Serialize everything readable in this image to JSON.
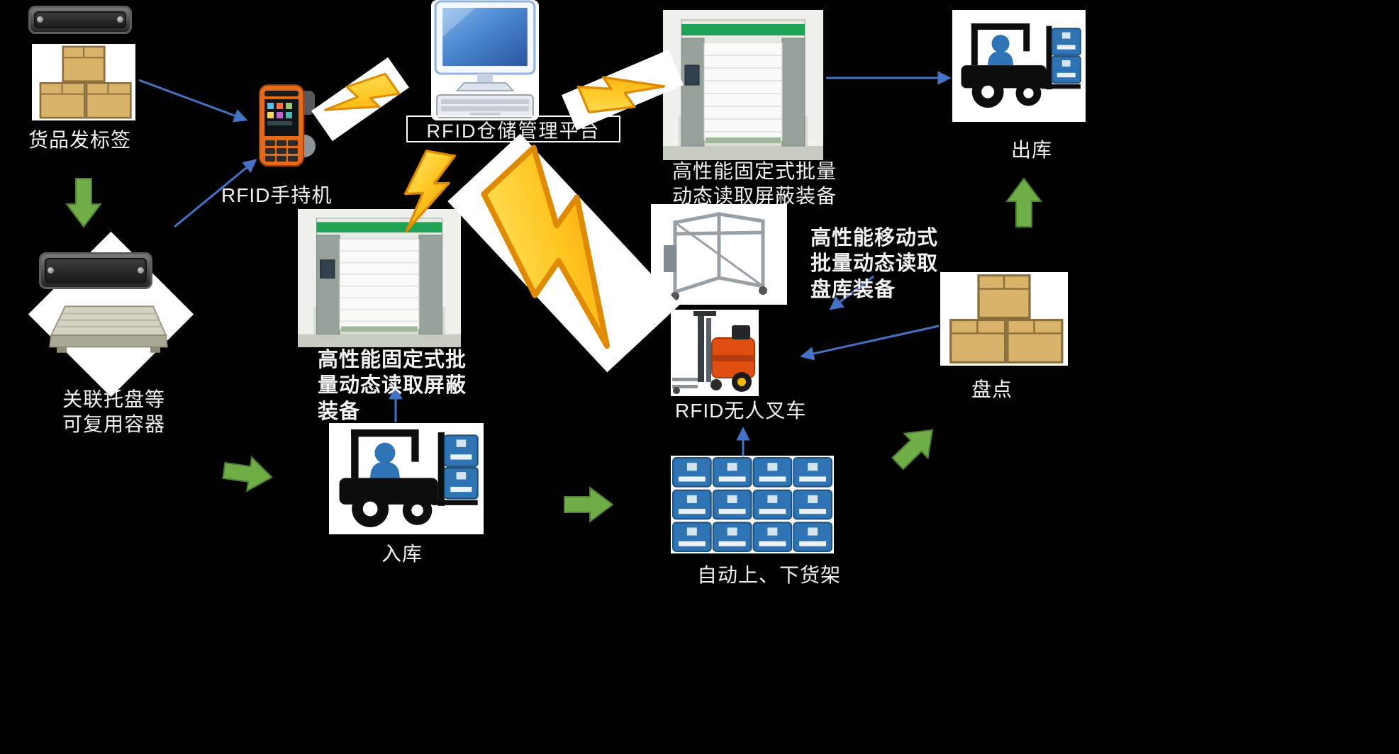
{
  "title_box": {
    "label": "RFID仓储管理平台"
  },
  "labels": {
    "goods_label": "货品发标签",
    "handheld": "RFID手持机",
    "fixed_top": "高性能固定式批量\n动态读取屏蔽装备",
    "outbound": "出库",
    "pallet": "关联托盘等\n可复用容器",
    "fixed_mid": "高性能固定式批\n量动态读取屏蔽\n装备",
    "mobile": "高性能移动式\n批量动态读取\n盘库装备",
    "agv": "RFID无人叉车",
    "inbound": "入库",
    "shelf": "自动上、下货架",
    "stocktake": "盘点"
  },
  "edges": [
    {
      "from": "货品发标签",
      "to": "RFID手持机",
      "type": "blue-arrow"
    },
    {
      "from": "关联托盘等可复用容器",
      "to": "RFID手持机",
      "type": "blue-arrow"
    },
    {
      "from": "RFID手持机",
      "to": "RFID仓储管理平台",
      "type": "lightning"
    },
    {
      "from": "RFID仓储管理平台",
      "to": "高性能固定式批量动态读取屏蔽装备(入库)",
      "type": "lightning"
    },
    {
      "from": "RFID仓储管理平台",
      "to": "RFID无人叉车",
      "type": "lightning"
    },
    {
      "from": "RFID仓储管理平台",
      "to": "高性能固定式批量动态读取屏蔽装备(出库)",
      "type": "lightning"
    },
    {
      "from": "高性能固定式批量动态读取屏蔽装备",
      "to": "出库",
      "type": "blue-arrow"
    },
    {
      "from": "货品发标签",
      "to": "关联托盘等可复用容器",
      "type": "green-arrow"
    },
    {
      "from": "关联托盘等可复用容器",
      "to": "入库",
      "type": "green-arrow"
    },
    {
      "from": "入库",
      "to": "自动上、下货架",
      "type": "green-arrow"
    },
    {
      "from": "入库",
      "to": "高性能固定式批量动态读取屏蔽装备",
      "type": "blue-arrow"
    },
    {
      "from": "自动上、下货架",
      "to": "RFID无人叉车",
      "type": "blue-arrow"
    },
    {
      "from": "盘点",
      "to": "RFID无人叉车",
      "type": "blue-arrow"
    },
    {
      "from": "高性能移动式批量动态读取盘库装备",
      "to": "RFID无人叉车",
      "type": "blue-arrow"
    },
    {
      "from": "自动上、下货架",
      "to": "盘点",
      "type": "green-arrow"
    },
    {
      "from": "盘点",
      "to": "出库",
      "type": "green-arrow"
    }
  ],
  "icons": {
    "rfid_tag": "rfid-tag-icon",
    "goods_boxes": "carton-boxes-icon",
    "handheld": "rfid-handheld-icon",
    "computer": "desktop-computer-icon",
    "door_machine": "rfid-gate-reader-icon",
    "forklift": "forklift-icon",
    "pallet_tray": "pallet-tray-icon",
    "metal_frame": "mobile-reader-frame-icon",
    "agv": "agv-forklift-icon",
    "shelving": "storage-bins-icon",
    "lightning": "wireless-bolt-icon",
    "green_arrow": "flow-arrow-icon",
    "blue_arrow": "link-arrow-icon"
  },
  "colors": {
    "bg": "#000000",
    "text": "#F2F2F2",
    "arrow_blue": "#4472C4",
    "arrow_green": "#6FAE46",
    "arrow_green_dark": "#507E32",
    "bolt_edge": "#E08A00",
    "box_tan": "#D9B36A",
    "box_edge": "#8A6F3C",
    "bin_blue": "#2E74B5",
    "bin_edge": "#1F4E79",
    "machine_green": "#21A356",
    "agv_orange": "#E04E12",
    "vehicle_black": "#0D0D0D",
    "person_blue": "#2E74B6",
    "handheld_orange": "#E56A1A"
  }
}
